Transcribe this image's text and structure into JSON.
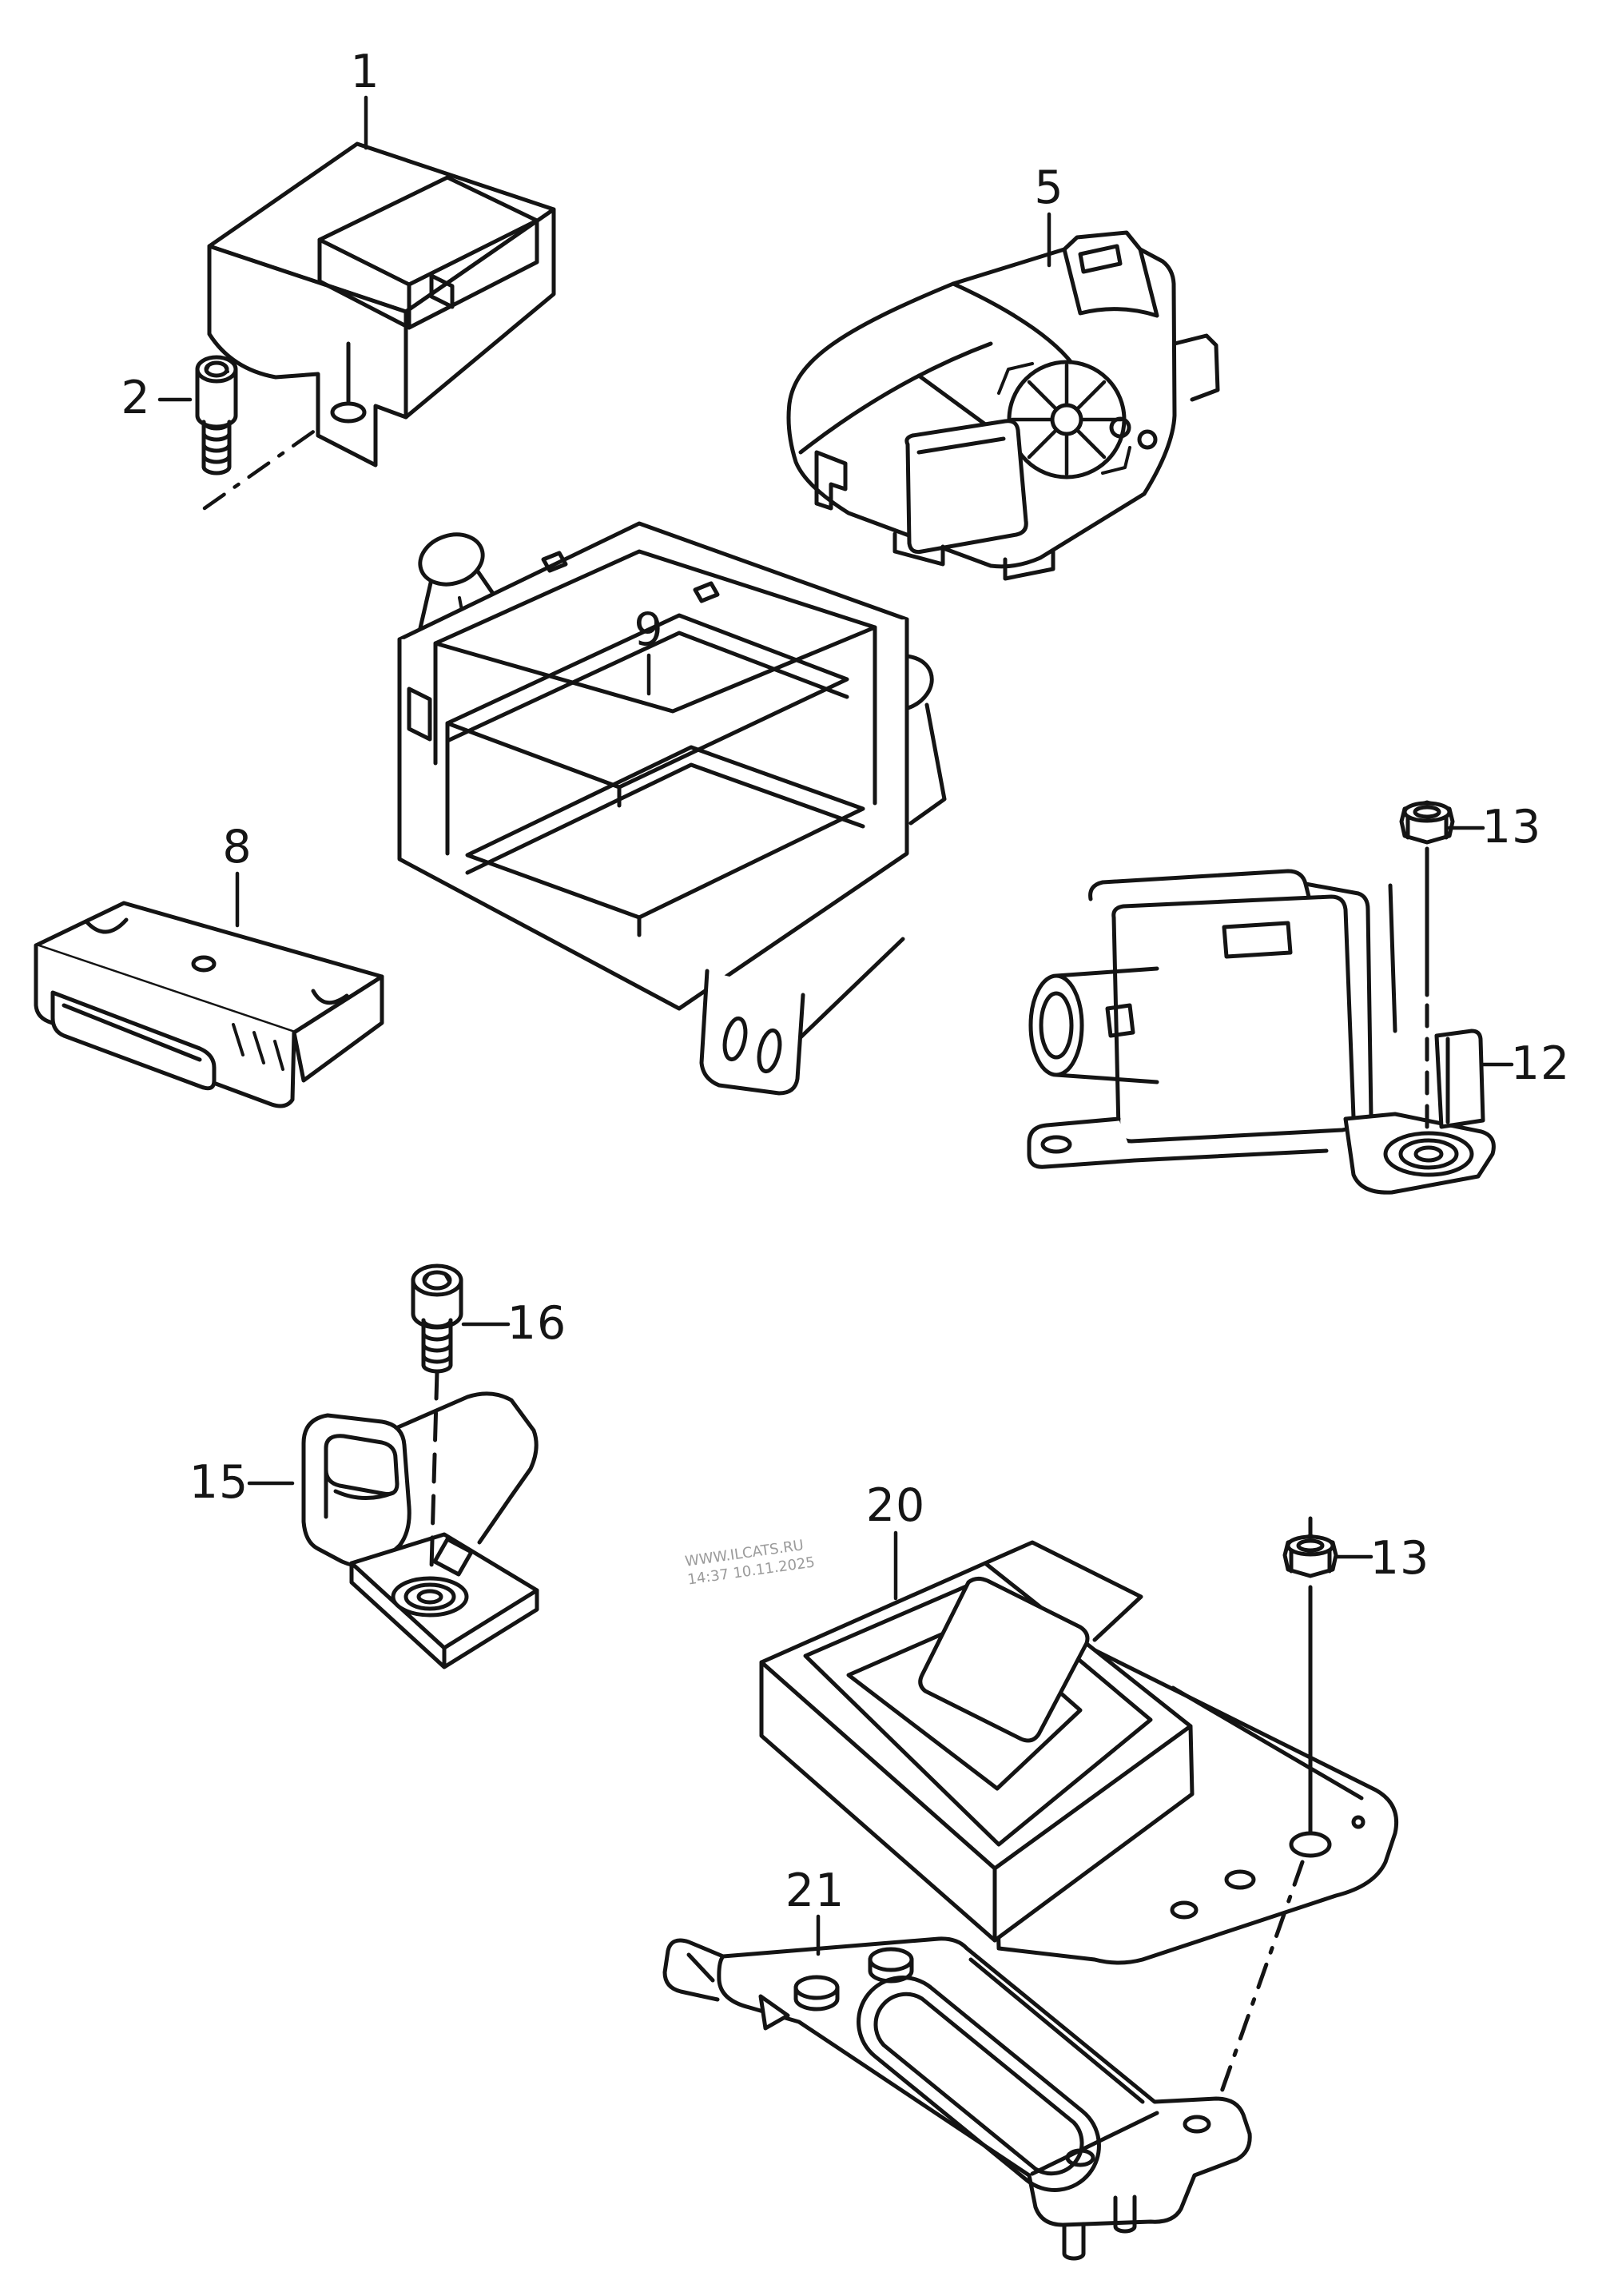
{
  "diagram": {
    "watermark": {
      "line1": "WWW.ILCATS.RU",
      "line2": "14:37 10.11.2025"
    },
    "callouts": [
      {
        "number": "1"
      },
      {
        "number": "2"
      },
      {
        "number": "5"
      },
      {
        "number": "9"
      },
      {
        "number": "8"
      },
      {
        "number": "13"
      },
      {
        "number": "12"
      },
      {
        "number": "16"
      },
      {
        "number": "15"
      },
      {
        "number": "20"
      },
      {
        "number": "13"
      },
      {
        "number": "21"
      }
    ]
  },
  "colors": {
    "line": "#141414",
    "watermark": "#9b9b9b",
    "background": "#ffffff"
  }
}
